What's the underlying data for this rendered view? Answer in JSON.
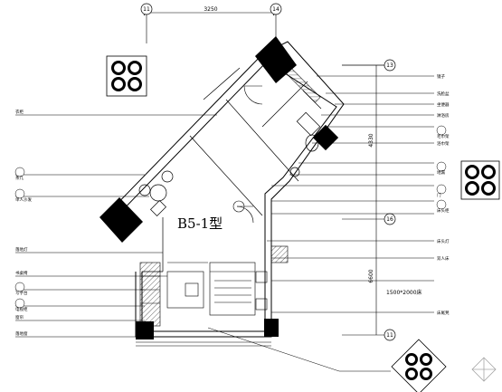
{
  "plan": {
    "room_type_label": "B5-1型",
    "bed_size_label": "1500*2000床",
    "top_dimension": "3250",
    "right_dimension_upper": "4330",
    "right_dimension_lower": "6600"
  },
  "grid_bubbles": [
    {
      "id": "top-left",
      "label": "11"
    },
    {
      "id": "top-right",
      "label": "14"
    },
    {
      "id": "right-upper",
      "label": "13"
    },
    {
      "id": "right-middle",
      "label": "16"
    },
    {
      "id": "right-lower",
      "label": "11"
    }
  ],
  "left_callouts": [
    {
      "id": "l1",
      "label": "衣柜"
    },
    {
      "id": "l2",
      "label": "茶几"
    },
    {
      "id": "l3",
      "label": "单人沙发"
    },
    {
      "id": "l4",
      "label": "落地灯"
    },
    {
      "id": "l5",
      "label": "书桌椅"
    },
    {
      "id": "l6",
      "label": "写字台"
    },
    {
      "id": "l7",
      "label": "电视柜"
    },
    {
      "id": "l8",
      "label": "窗帘"
    },
    {
      "id": "l9",
      "label": "落地窗"
    }
  ],
  "right_callouts": [
    {
      "id": "r1",
      "label": "镜子"
    },
    {
      "id": "r2",
      "label": "洗脸盆"
    },
    {
      "id": "r3",
      "label": "坐便器"
    },
    {
      "id": "r4",
      "label": "淋浴房"
    },
    {
      "id": "r5",
      "label": "毛巾架"
    },
    {
      "id": "r6",
      "label": "浴巾架"
    },
    {
      "id": "r7",
      "label": "地漏"
    },
    {
      "id": "r8",
      "label": "门"
    },
    {
      "id": "r9",
      "label": "床头柜"
    },
    {
      "id": "r10",
      "label": "床头灯"
    },
    {
      "id": "r11",
      "label": "双人床"
    },
    {
      "id": "r12",
      "label": "床尾凳"
    }
  ]
}
